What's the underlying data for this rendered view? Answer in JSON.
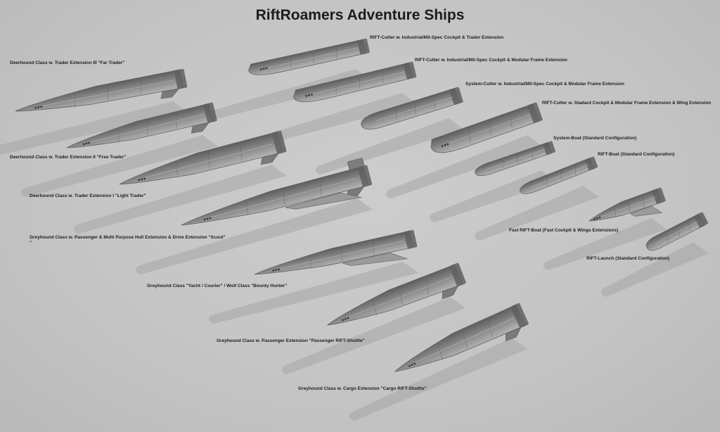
{
  "title": "RiftRoamers Adventure Ships",
  "colors": {
    "background": "#c6c6c6",
    "hull": "#8e8e8e",
    "hull_dark": "#5f5f5f",
    "shadow": "#a5a5a5",
    "text": "#1e1e1e"
  },
  "ships": [
    {
      "id": "far-trader",
      "label": "Deerhound Class w. Trader Extension III \"Far Trader\""
    },
    {
      "id": "free-trader",
      "label": "Deerhound Class w. Trader Extension II \"Free Trader\""
    },
    {
      "id": "light-trader",
      "label": "Deerhound Class w. Trader Extension I \"Light Trader\""
    },
    {
      "id": "scout",
      "label": "Greyhound Class w. Passenger & Multi Purpose Hull Extension & Drive Extension \"Scout\"",
      "label_cont": "\""
    },
    {
      "id": "yacht",
      "label": "Greyhound Class \"Yacht / Courier\" / Wolf Class \"Bounty Hunter\""
    },
    {
      "id": "passenger-shuttle",
      "label": "Greyhound Class w. Passenger Extension \"Passenger RIFT-Shuttle\""
    },
    {
      "id": "cargo-shuttle",
      "label": "Greyhound Class w. Cargo Extension \"Cargo RIFT-Shuttle\""
    },
    {
      "id": "rift-cutter-trader",
      "label": "RIFT-Cutter w. Industrial/Mil-Spec Cockpit & Trader Extension"
    },
    {
      "id": "rift-cutter-modular",
      "label": "RIFT-Cutter w. Industrial/Mil-Spec Cockpit & Modular Frame Extension"
    },
    {
      "id": "system-cutter",
      "label": "System-Cutter w. Industrial/Mil-Spec Cockpit & Modular Frame Extension"
    },
    {
      "id": "rift-cutter-wing",
      "label": "RIFT-Cutter w. Stadard Cockpit & Modular Frame Extension & Wing Extension"
    },
    {
      "id": "system-boat",
      "label": "System-Boat (Standard Configuration)"
    },
    {
      "id": "rift-boat",
      "label": "RIFT-Boat (Standard Configuration)"
    },
    {
      "id": "fast-rift-boat",
      "label": "Fast RIFT-Boat (Fast Cockpit & Wings Extensions)"
    },
    {
      "id": "rift-launch",
      "label": "RIFT-Launch (Standard Configuration)"
    }
  ]
}
